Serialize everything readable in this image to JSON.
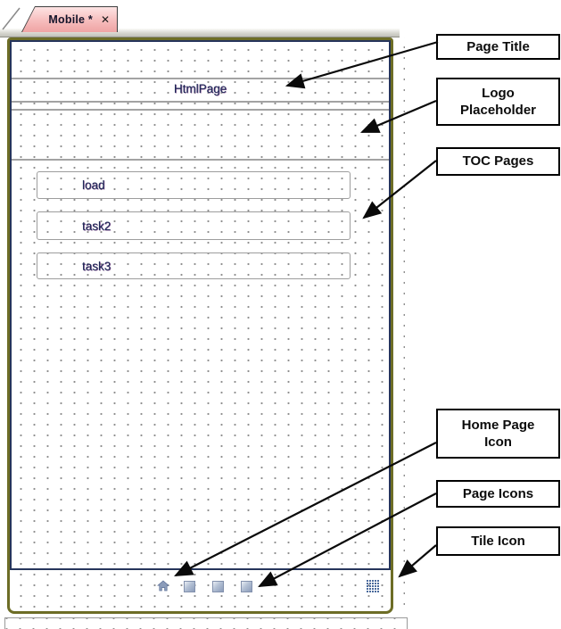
{
  "tab": {
    "title": "Mobile *",
    "close": "✕"
  },
  "design_canvas": {
    "page_title": "HtmlPage",
    "toc_pages": [
      "load",
      "task2",
      "task3"
    ],
    "footer_icons": [
      "home-icon",
      "page-icon",
      "page-icon",
      "page-icon",
      "tile-icon"
    ]
  },
  "annotations": [
    {
      "label": "Page Title"
    },
    {
      "label": "Logo\nPlaceholder"
    },
    {
      "label": "TOC Pages"
    },
    {
      "label": "Home Page\nIcon"
    },
    {
      "label": "Page Icons"
    },
    {
      "label": "Tile Icon"
    }
  ],
  "colors": {
    "tab_fill": "#f6bcbc",
    "canvas_border": "#6d6d26",
    "page_border": "#26355c",
    "section_line": "#a3a3a3",
    "title_text": "#1d2b57",
    "icon_blue": "#8b9cba",
    "tile_blue": "#4a6a9c",
    "callout_border": "#000000"
  }
}
